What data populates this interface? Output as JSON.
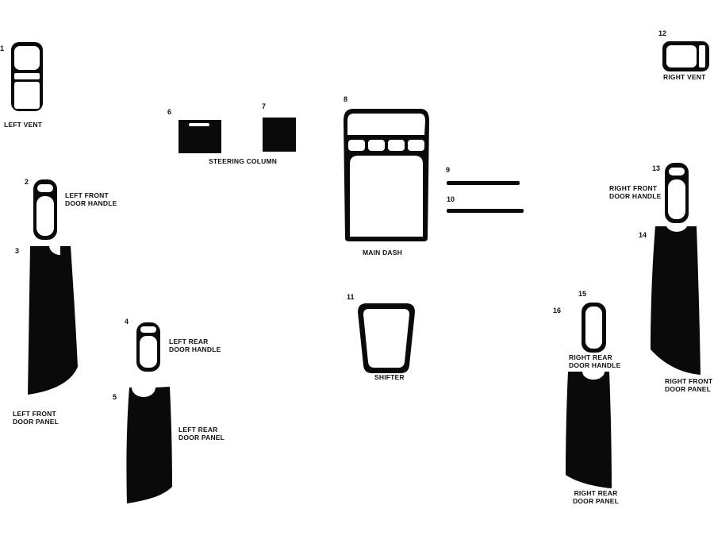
{
  "colors": {
    "piece": "#0a0a0a",
    "background": "#ffffff"
  },
  "pieces": [
    {
      "id": "1",
      "label": "LEFT VENT"
    },
    {
      "id": "2",
      "label": "LEFT FRONT DOOR HANDLE",
      "line1": "LEFT FRONT",
      "line2": "DOOR HANDLE"
    },
    {
      "id": "3",
      "label": "LEFT FRONT DOOR PANEL",
      "line1": "LEFT FRONT",
      "line2": "DOOR PANEL"
    },
    {
      "id": "4",
      "label": "LEFT REAR DOOR HANDLE",
      "line1": "LEFT REAR",
      "line2": "DOOR HANDLE"
    },
    {
      "id": "5",
      "label": "LEFT REAR DOOR PANEL",
      "line1": "LEFT REAR",
      "line2": "DOOR PANEL"
    },
    {
      "id": "6",
      "label": "STEERING COLUMN"
    },
    {
      "id": "7",
      "label": "STEERING COLUMN"
    },
    {
      "id": "8",
      "label": "MAIN DASH"
    },
    {
      "id": "9",
      "label": ""
    },
    {
      "id": "10",
      "label": ""
    },
    {
      "id": "11",
      "label": "SHIFTER"
    },
    {
      "id": "12",
      "label": "RIGHT VENT"
    },
    {
      "id": "13",
      "label": "RIGHT FRONT DOOR HANDLE",
      "line1": "RIGHT FRONT",
      "line2": "DOOR HANDLE"
    },
    {
      "id": "14",
      "label": "RIGHT FRONT DOOR PANEL",
      "line1": "RIGHT FRONT",
      "line2": "DOOR PANEL"
    },
    {
      "id": "15",
      "label": "RIGHT REAR DOOR HANDLE",
      "line1": "RIGHT REAR",
      "line2": "DOOR HANDLE"
    },
    {
      "id": "16",
      "label": "RIGHT REAR DOOR PANEL",
      "line1": "RIGHT REAR",
      "line2": "DOOR PANEL"
    }
  ],
  "group_labels": {
    "steering_column": "STEERING COLUMN"
  }
}
